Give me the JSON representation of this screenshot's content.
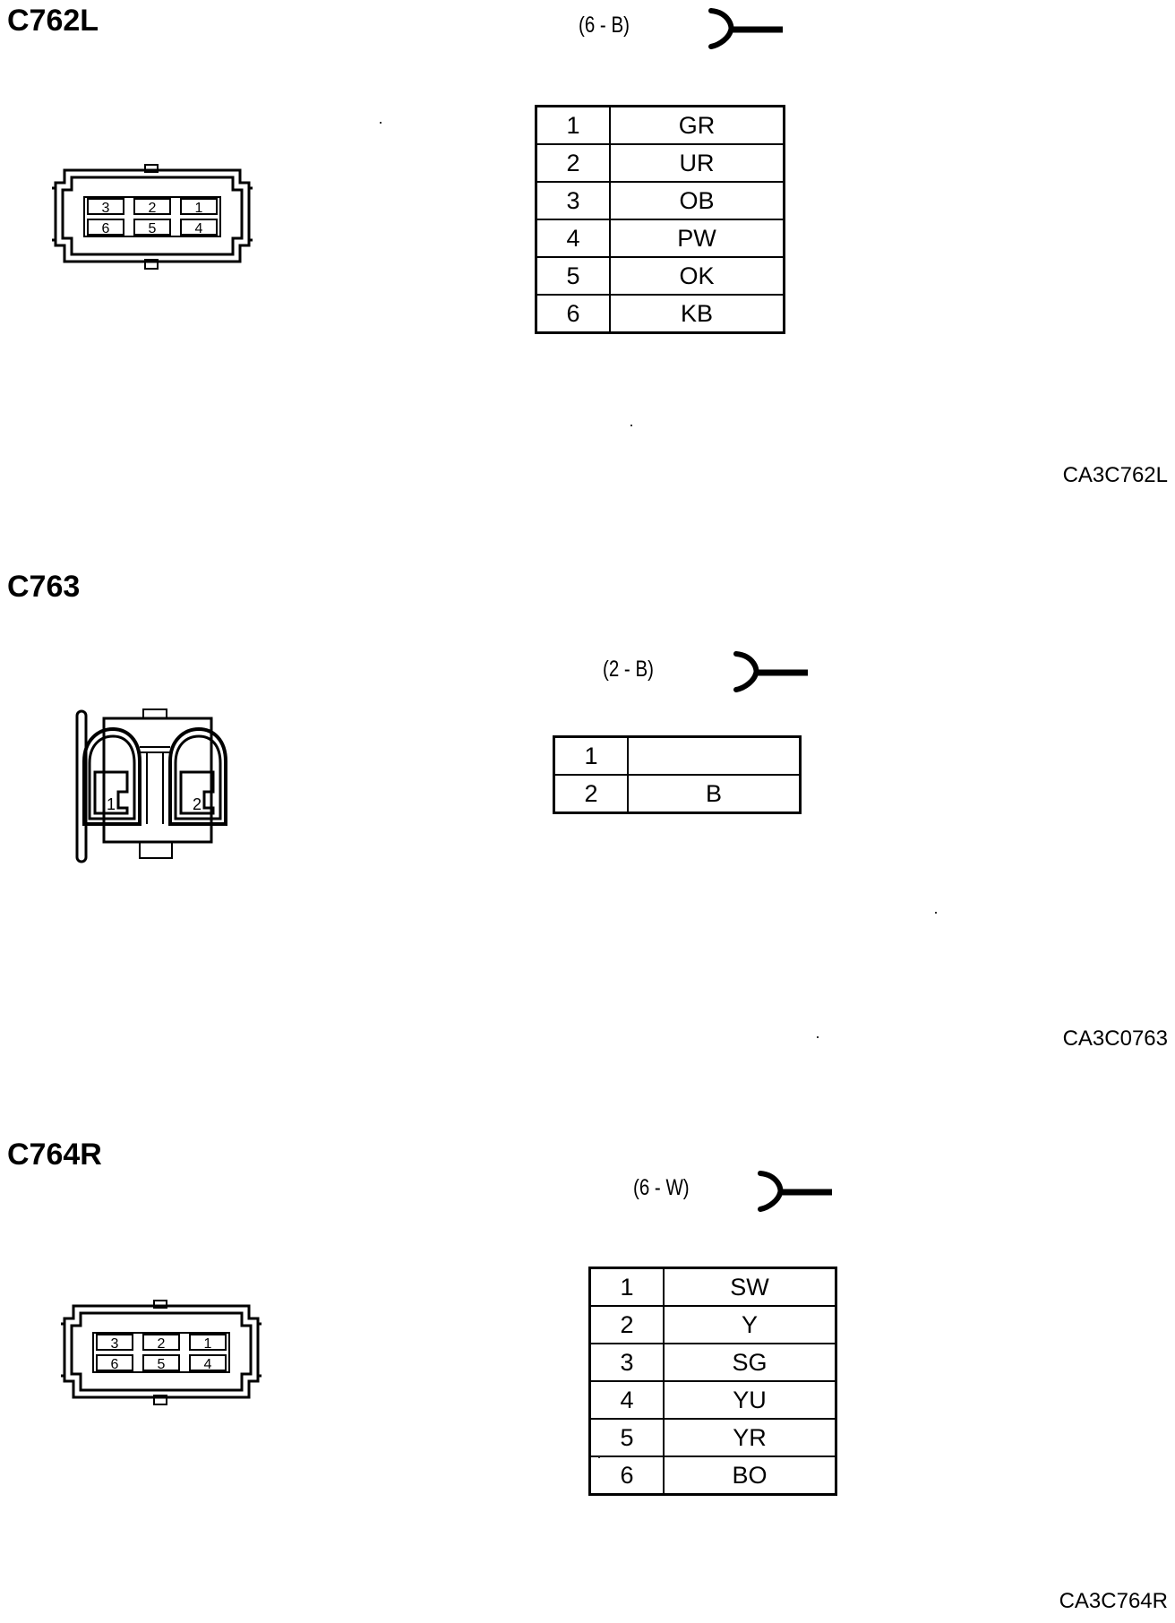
{
  "connectors": [
    {
      "id": "C762L",
      "spec": "(6 - B)",
      "code": "CA3C762L",
      "pins": [
        {
          "num": "1",
          "wire": "GR"
        },
        {
          "num": "2",
          "wire": "UR"
        },
        {
          "num": "3",
          "wire": "OB"
        },
        {
          "num": "4",
          "wire": "PW"
        },
        {
          "num": "5",
          "wire": "OK"
        },
        {
          "num": "6",
          "wire": "KB"
        }
      ],
      "face_labels": [
        "3",
        "2",
        "1",
        "6",
        "5",
        "4"
      ]
    },
    {
      "id": "C763",
      "spec": "(2 - B)",
      "code": "CA3C0763",
      "pins": [
        {
          "num": "1",
          "wire": ""
        },
        {
          "num": "2",
          "wire": "B"
        }
      ],
      "face_labels": [
        "1",
        "2"
      ]
    },
    {
      "id": "C764R",
      "spec": "(6 - W)",
      "code": "CA3C764R",
      "pins": [
        {
          "num": "1",
          "wire": "SW"
        },
        {
          "num": "2",
          "wire": "Y"
        },
        {
          "num": "3",
          "wire": "SG"
        },
        {
          "num": "4",
          "wire": "YU"
        },
        {
          "num": "5",
          "wire": "YR"
        },
        {
          "num": "6",
          "wire": "BO"
        }
      ],
      "face_labels": [
        "3",
        "2",
        "1",
        "6",
        "5",
        "4"
      ]
    }
  ]
}
